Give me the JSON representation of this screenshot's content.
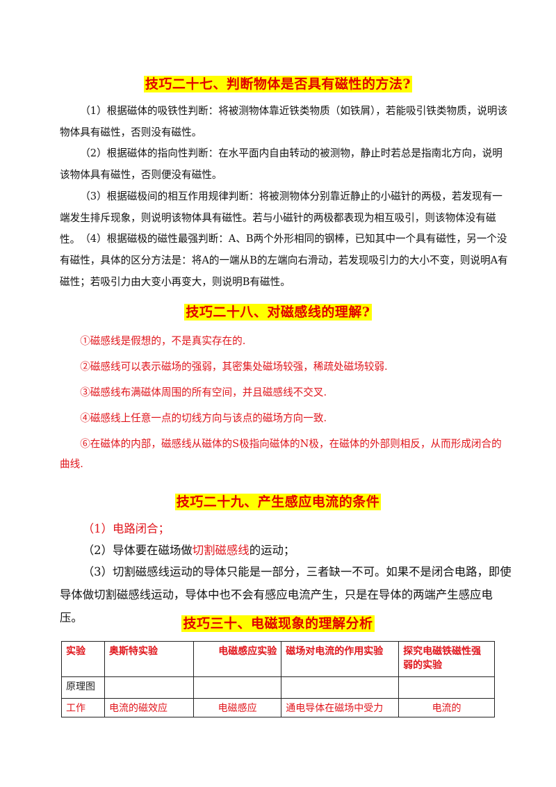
{
  "section27": {
    "title": "技巧二十七、判断物体是否具有磁性的方法?",
    "p1": "（1）根据磁体的吸铁性判断：将被测物体靠近铁类物质（如铁屑），若能吸引铁类物质，说明该物体具有磁性，否则没有磁性。",
    "p2": "（2）根据磁体的指向性判断：在水平面内自由转动的被测物，静止时若总是指南北方向，说明该物体具有磁性，否则便没有磁性。",
    "p3": "（3）根据磁极间的相互作用规律判断：将被测物体分别靠近静止的小磁针的两极，若发现有一端发生排斥现象，则说明该物体具有磁性。若与小磁针的两极都表现为相互吸引，则该物体没有磁性。",
    "p4": "（4）根据磁极的磁性最强判断：A、B两个外形相同的钢棒，已知其中一个具有磁性，另一个没有磁性，具体的区分方法是：将A的一端从B的左端向右滑动，若发现吸引力的大小不变，则说明A有磁性；若吸引力由大变小再变大，则说明B有磁性。"
  },
  "section28": {
    "title": "技巧二十八、对磁感线的理解?",
    "items": [
      "①磁感线是假想的，不是真实存在的.",
      "②磁感线可以表示磁场的强弱，其密集处磁场较强，稀疏处磁场较弱.",
      "③磁感线布满磁体周围的所有空间，并且磁感线不交叉.",
      "④磁感线上任意一点的切线方向与该点的磁场方向一致.",
      "⑥在磁体的内部，磁感线从磁体的S极指向磁体的N极，在磁体的外部则相反，从而形成闭合的曲线."
    ]
  },
  "section29": {
    "title": "技巧二十九、产生感应电流的条件",
    "p1": "（1）电路闭合；",
    "p2_pre": "（2）导体要在磁场做",
    "p2_red": "切割磁感线",
    "p2_post": "的运动；",
    "p3": "（3）切割磁感线运动的导体只能是一部分，三者缺一不可。如果不是闭合电路，即使导体做切割磁感线运动，导体中也不会有感应电流产生，只是在导体的两端产生感应电压。"
  },
  "section30": {
    "title": "技巧三十、电磁现象的理解分析",
    "table": {
      "header": [
        "实验",
        "奥斯特实验",
        "电磁感应实验",
        "磁场对电流的作用实验",
        "探究电磁铁磁性强弱的实验"
      ],
      "row2": [
        "原理图",
        "",
        "",
        "",
        ""
      ],
      "row3": [
        "工作",
        "电流的磁效应",
        "电磁感应",
        "通电导体在磁场中受力",
        "电流的"
      ]
    }
  }
}
